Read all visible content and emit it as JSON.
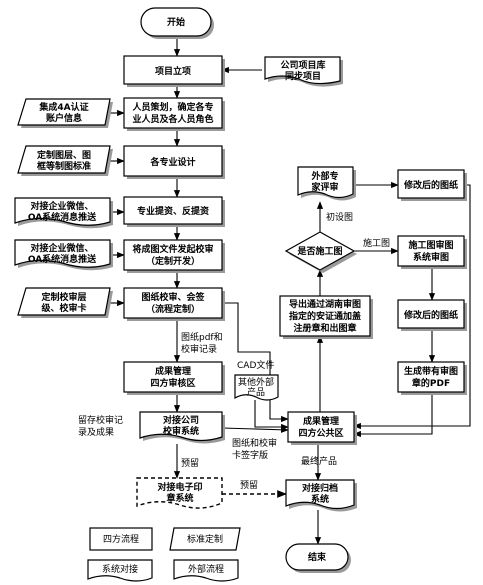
{
  "nodes": {
    "start": "开始",
    "project_init": "项目立项",
    "company_sync": [
      "公司项目库",
      "同步项目"
    ],
    "integrate_4a": [
      "集成4A认证",
      "账户信息"
    ],
    "staffing": [
      "人员策划，确定各专",
      "业人员及各人员角色"
    ],
    "custom_layers": [
      "定制图层、图",
      "框等制图标准"
    ],
    "discipline_design": "各专业设计",
    "docking_wechat_1": [
      "对接企业微信、",
      "OA系统消息推送"
    ],
    "submit_data": "专业提资、反提资",
    "docking_wechat_2": [
      "对接企业微信、",
      "OA系统消息推送"
    ],
    "submit_review": [
      "将成图文件发起校审",
      "（定制开发）"
    ],
    "custom_review_level": [
      "定制校审层",
      "级、校审卡"
    ],
    "drawing_review": [
      "图纸校审、会签",
      "（流程定制）"
    ],
    "outcome_4party": [
      "成果管理",
      "四方审核区"
    ],
    "company_review_system": [
      "对接公司",
      "校审系统"
    ],
    "e_seal_system": [
      "对接电子印",
      "章系统"
    ],
    "archive_system": [
      "对接归档",
      "系统"
    ],
    "end": "结束",
    "outcome_4party_public": [
      "成果管理",
      "四方公共区"
    ],
    "other_external": [
      "其他外部",
      "产品"
    ],
    "hunan_review": [
      "导出通过湖南审图",
      "指定的安证通加盖",
      "注册章和出图章"
    ],
    "is_construction": "是否施工图",
    "external_expert": [
      "外部专",
      "家评审"
    ],
    "revised_drawing_1": "修改后的图纸",
    "construction_review_system": [
      "施工图审图",
      "系统审图"
    ],
    "revised_drawing_2": "修改后的图纸",
    "generate_pdf": [
      "生成带有审图",
      "章的PDF"
    ]
  },
  "edge_labels": {
    "pdf_records": [
      "图纸pdf和",
      "校审记录"
    ],
    "cad_files": "CAD文件",
    "retain_records": [
      "留存校审记",
      "录及成果"
    ],
    "drawings_cards": [
      "图纸和校审",
      "卡签字版"
    ],
    "reserved_1": "预留",
    "reserved_2": "预留",
    "final_product": "最终产品",
    "preliminary": "初设图",
    "construction": "施工图"
  },
  "legend": {
    "four_party": "四方流程",
    "standard_custom": "标准定制",
    "system_docking": "系统对接",
    "external_flow": "外部流程"
  }
}
